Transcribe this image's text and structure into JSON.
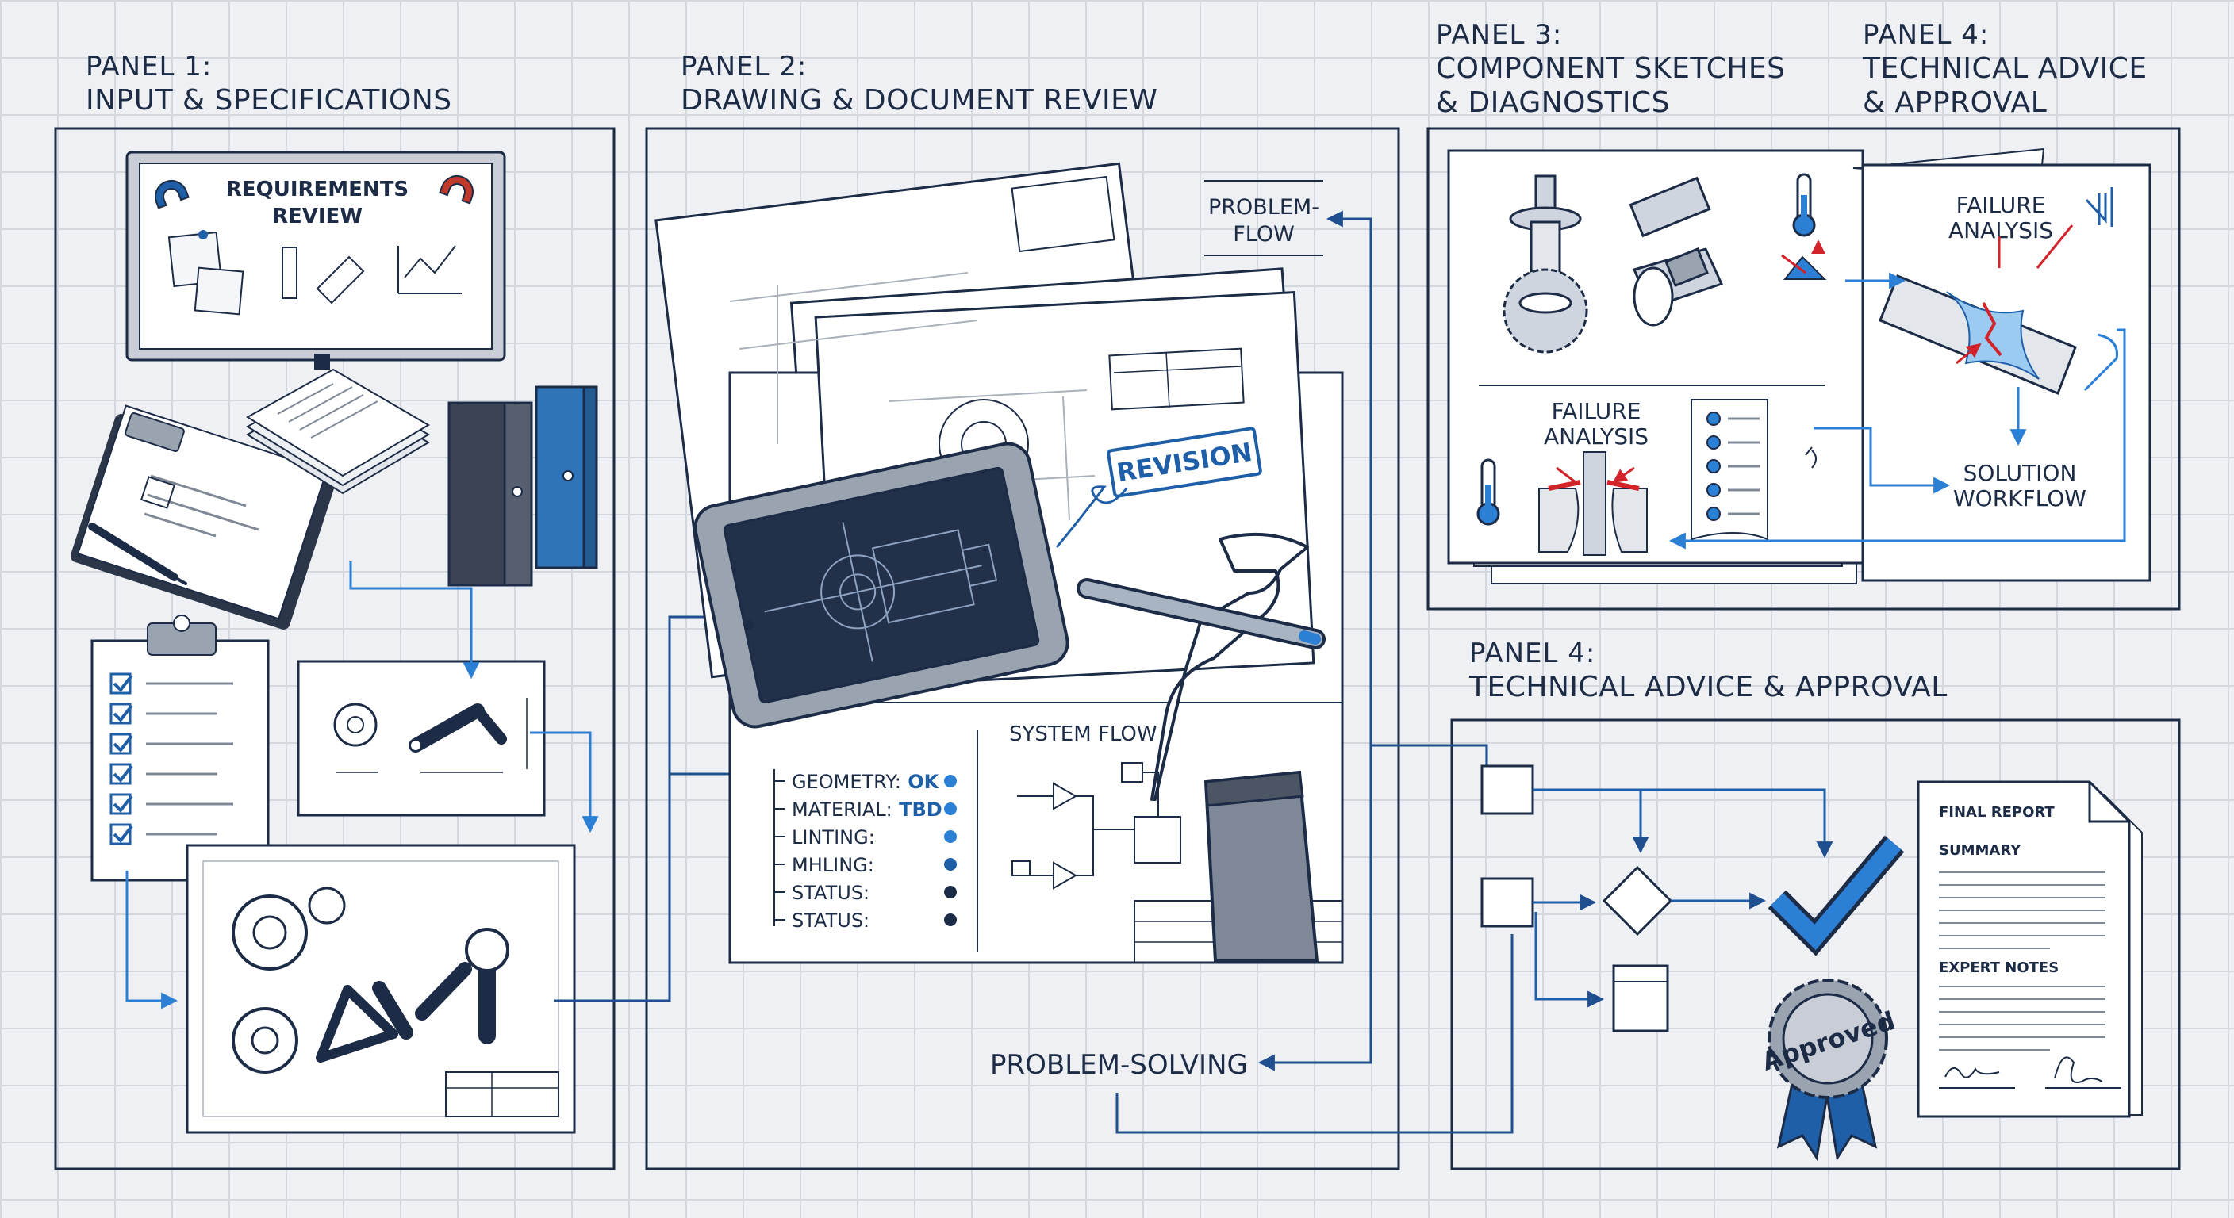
{
  "panels": [
    {
      "num": "PANEL 1:",
      "title": "INPUT & SPECIFICATIONS"
    },
    {
      "num": "PANEL 2:",
      "title": "DRAWING & DOCUMENT REVIEW"
    },
    {
      "num": "PANEL 3:",
      "title_line1": "COMPONENT SKETCHES",
      "title_line2": "& DIAGNOSTICS"
    },
    {
      "num": "PANEL 4:",
      "title_line1": "TECHNICAL ADVICE",
      "title_line2": "& APPROVAL"
    },
    {
      "num": "PANEL 4:",
      "title": "TECHNICAL ADVICE & APPROVAL"
    }
  ],
  "panel1": {
    "whiteboard_line1": "REQUIREMENTS",
    "whiteboard_line2": "REVIEW"
  },
  "panel2": {
    "stamp": "REVISION",
    "system_flow": "SYSTEM FLOW",
    "checklist": [
      {
        "label": "GEOMETRY:",
        "value": "OK"
      },
      {
        "label": "MATERIAL:",
        "value": "TBD"
      },
      {
        "label": "LINTING:",
        "value": ""
      },
      {
        "label": "MHLING:",
        "value": ""
      },
      {
        "label": "STATUS:",
        "value": ""
      },
      {
        "label": "STATUS:",
        "value": ""
      }
    ],
    "problem_flow_line1": "PROBLEM-",
    "problem_flow_line2": "FLOW",
    "problem_solving": "PROBLEM-SOLVING"
  },
  "panel3": {
    "failure_line1": "FAILURE",
    "failure_line2": "ANALYSIS"
  },
  "panel4": {
    "failure_line1": "FAILURE",
    "failure_line2": "ANALYSIS",
    "solution_line1": "SOLUTION",
    "solution_line2": "WORKFLOW"
  },
  "panel5": {
    "report_title": "FINAL REPORT",
    "summary": "SUMMARY",
    "expert_notes": "EXPERT NOTES",
    "seal": "Approved"
  },
  "colors": {
    "navy": "#1c2b46",
    "blue": "#1f5fa8",
    "accent": "#2b7fd4",
    "red": "#d2232a",
    "paper": "#ffffff",
    "grid": "#d3d7de"
  }
}
